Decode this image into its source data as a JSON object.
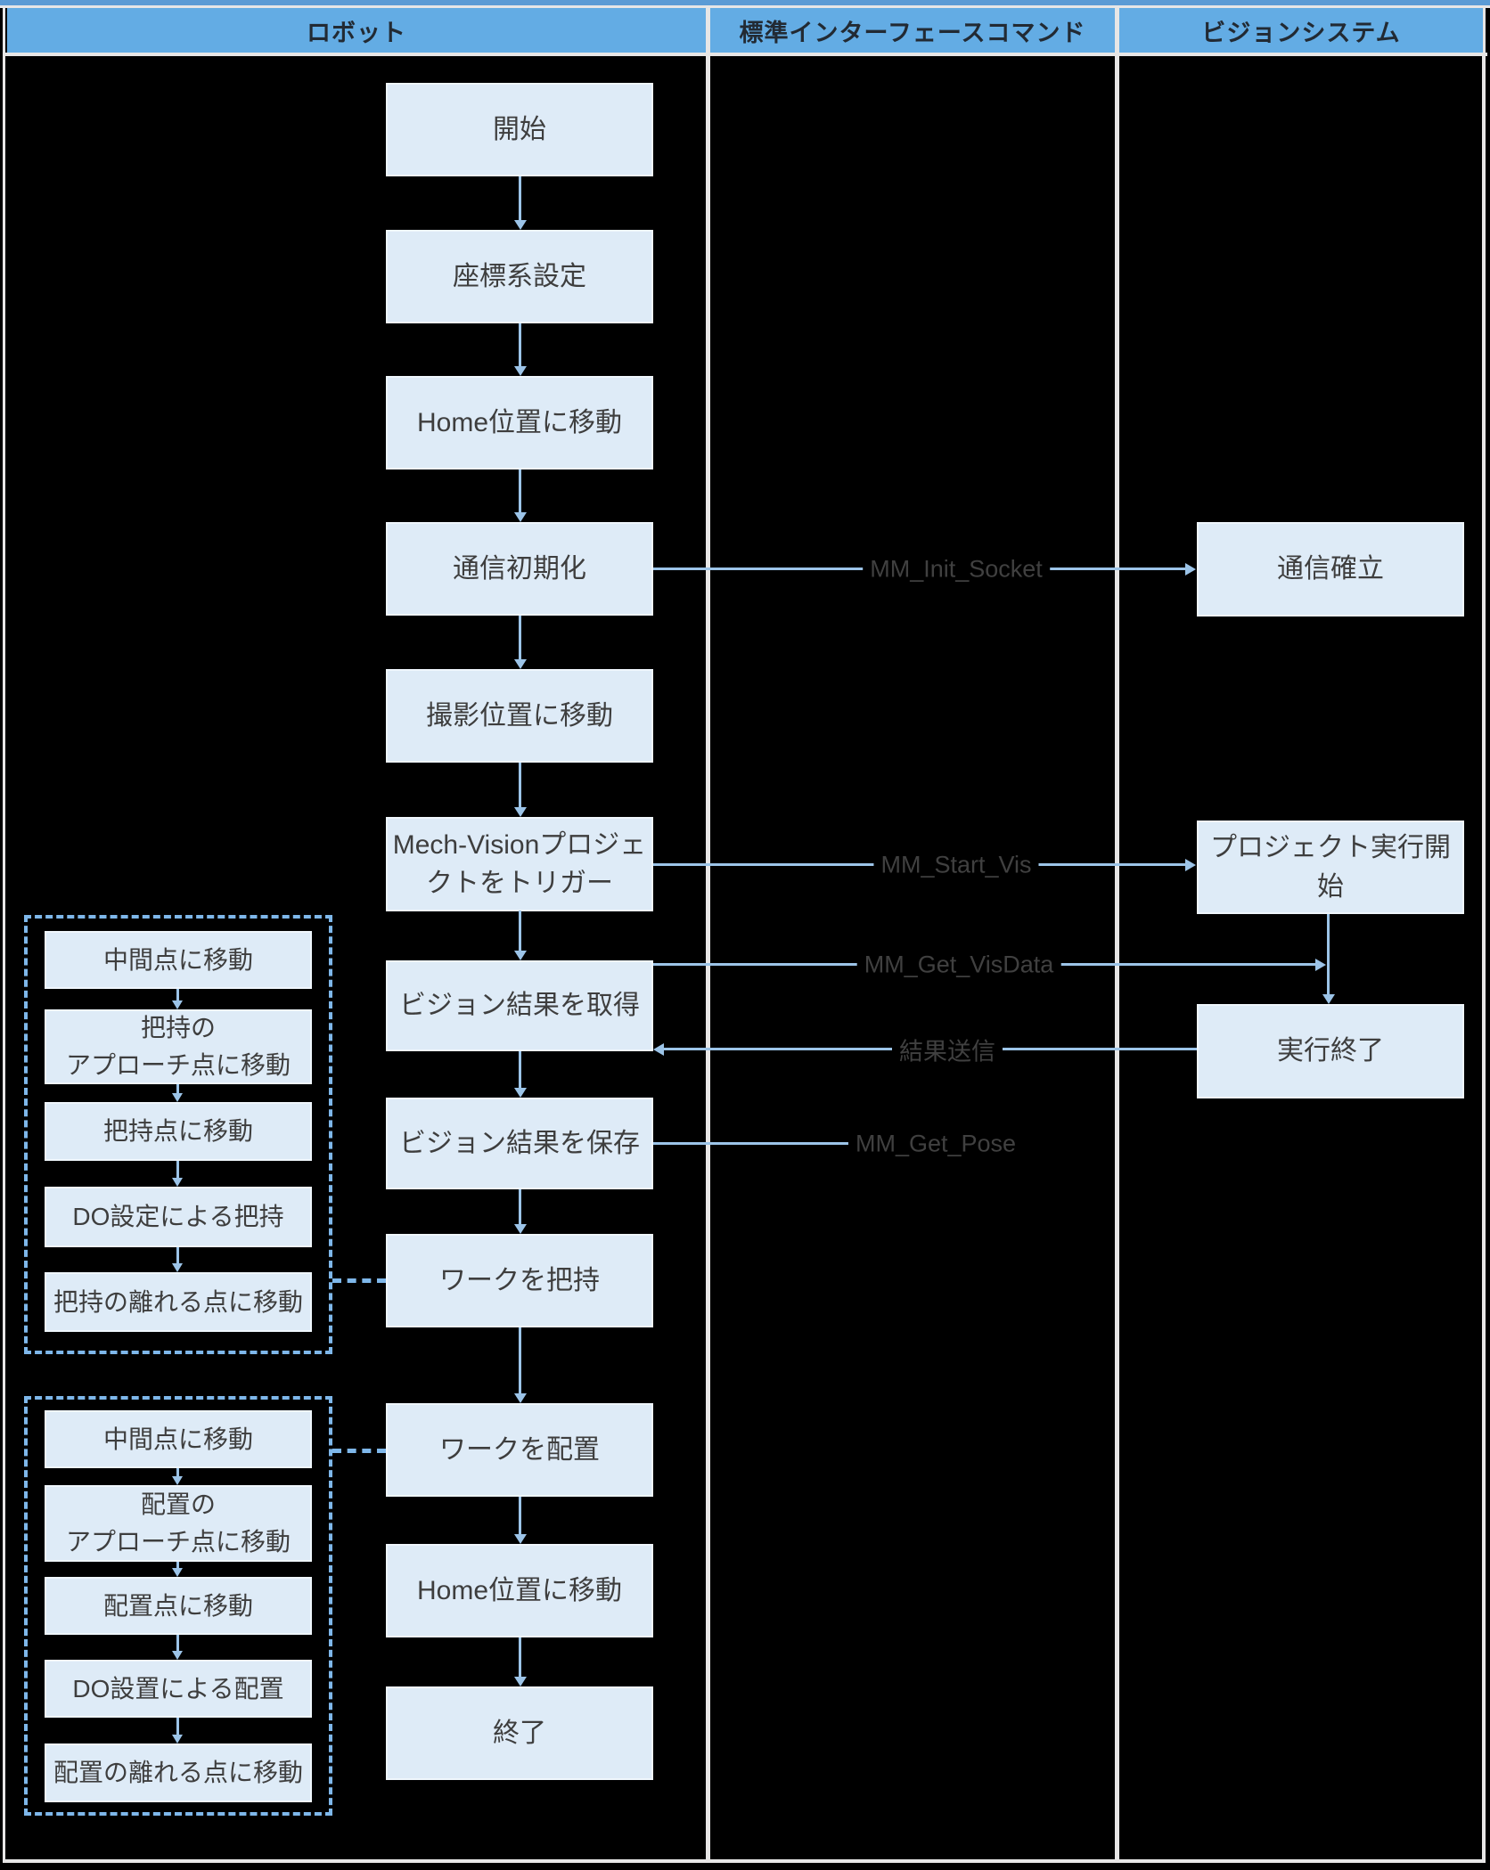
{
  "header": {
    "columns": [
      "ロボット",
      "標準インターフェースコマンド",
      "ビジョンシステム"
    ]
  },
  "robot_flow": [
    {
      "label": "開始"
    },
    {
      "label": "座標系設定"
    },
    {
      "label": "Home位置に移動"
    },
    {
      "label": "通信初期化"
    },
    {
      "label": "撮影位置に移動"
    },
    {
      "label": "Mech-Visionプロジェ\nクトをトリガー"
    },
    {
      "label": "ビジョン結果を取得"
    },
    {
      "label": "ビジョン結果を保存"
    },
    {
      "label": "ワークを把持"
    },
    {
      "label": "ワークを配置"
    },
    {
      "label": "Home位置に移動"
    },
    {
      "label": "終了"
    }
  ],
  "vision_flow": [
    {
      "label": "通信確立"
    },
    {
      "label": "プロジェクト実行開始"
    },
    {
      "label": "実行終了"
    }
  ],
  "commands": [
    {
      "label": "MM_Init_Socket"
    },
    {
      "label": "MM_Start_Vis"
    },
    {
      "label": "MM_Get_VisData"
    },
    {
      "label": "結果送信"
    },
    {
      "label": "MM_Get_Pose"
    }
  ],
  "grasp_group": {
    "items": [
      {
        "label": "中間点に移動"
      },
      {
        "label": "把持の\nアプローチ点に移動"
      },
      {
        "label": "把持点に移動"
      },
      {
        "label": "DO設定による把持"
      },
      {
        "label": "把持の離れる点に移動"
      }
    ]
  },
  "place_group": {
    "items": [
      {
        "label": "中間点に移動"
      },
      {
        "label": "配置の\nアプローチ点に移動"
      },
      {
        "label": "配置点に移動"
      },
      {
        "label": "DO設置による配置"
      },
      {
        "label": "配置の離れる点に移動"
      }
    ]
  },
  "colors": {
    "page_background": "#000000",
    "header_fill": "#63ACE4",
    "table_frame": "#E7E6E6",
    "top_border": "#5B9BD5",
    "node_fill": "#DEEBF7",
    "arrow": "#9CC4E8",
    "dashed": "#7EB7EA",
    "node_text": "#3E3E3E",
    "command_text": "#404040"
  }
}
